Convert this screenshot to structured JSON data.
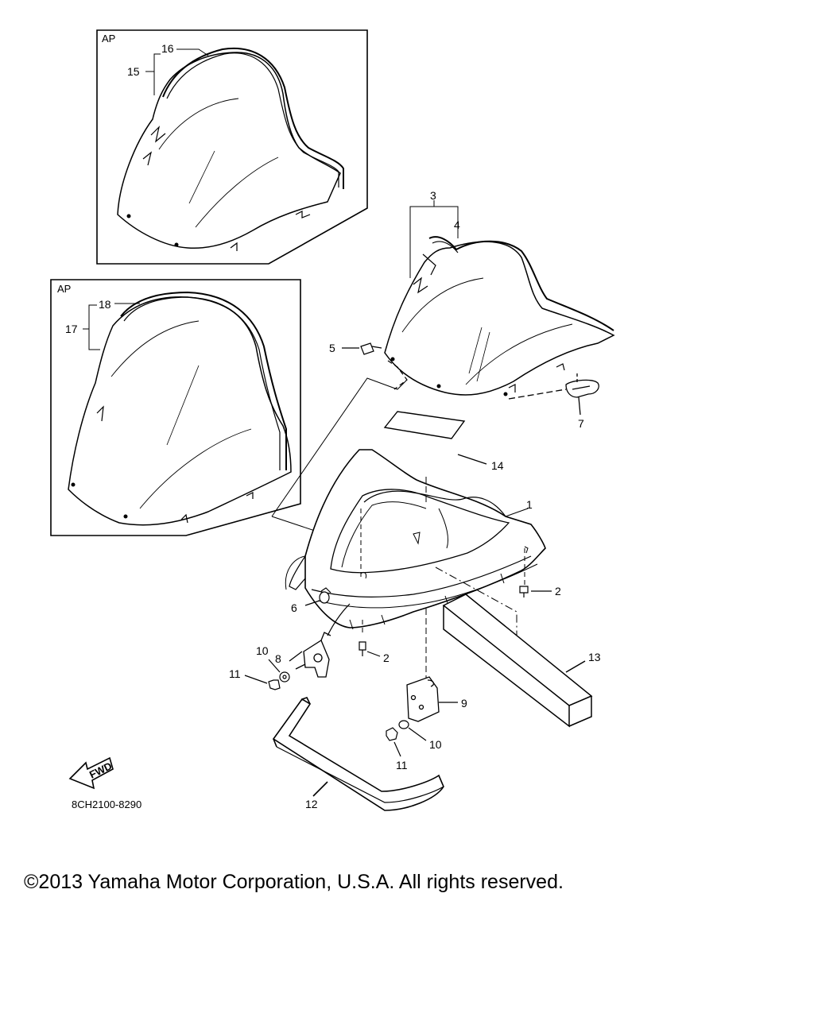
{
  "panels": {
    "upper_tag": "AP",
    "lower_tag": "AP"
  },
  "callouts": [
    "1",
    "2",
    "2",
    "3",
    "4",
    "5",
    "6",
    "7",
    "8",
    "9",
    "10",
    "10",
    "11",
    "11",
    "12",
    "13",
    "14",
    "15",
    "16",
    "17",
    "18"
  ],
  "fwd_label": "FWD",
  "diagram_code": "8CH2100-8290",
  "footer": {
    "copyright": "©2013 Yamaha Motor Corporation, U.S.A. All rights reserved."
  }
}
